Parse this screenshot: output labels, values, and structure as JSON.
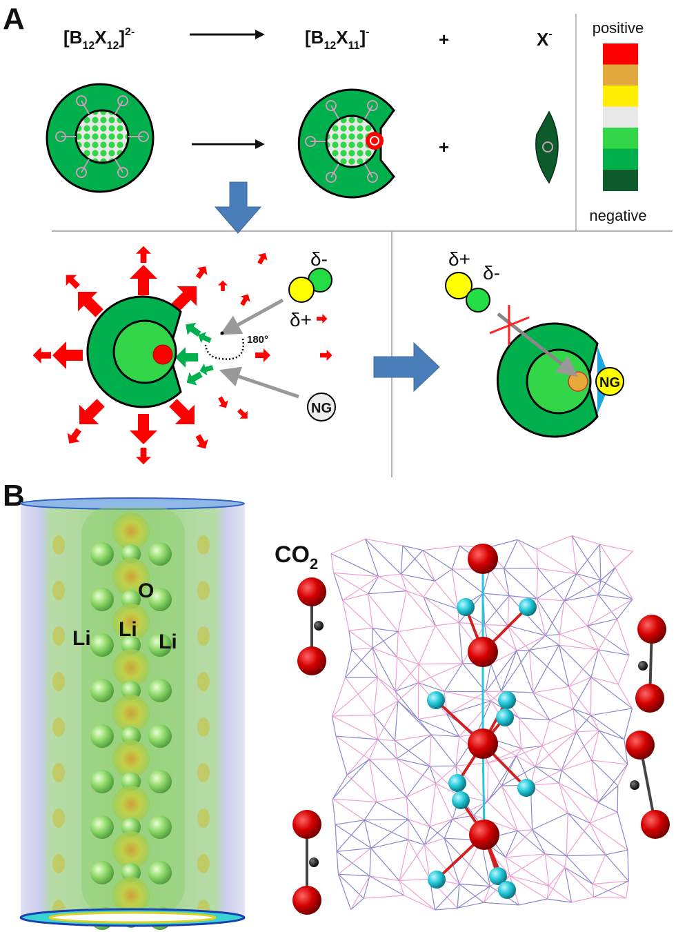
{
  "panel_a": {
    "label": "A",
    "reactant": {
      "base": "[B",
      "s1": "12",
      "mid": "X",
      "s2": "12",
      "close": "]",
      "charge": "2-"
    },
    "product": {
      "base": "[B",
      "s1": "12",
      "mid": "X",
      "s2": "11",
      "close": "]",
      "charge": "-"
    },
    "plus": "+",
    "leaving": {
      "base": "X",
      "charge": "-"
    },
    "legend": {
      "top": "positive",
      "bottom": "negative",
      "colors": [
        "#ff0000",
        "#e2a93e",
        "#ffee00",
        "#e8e8e8",
        "#33d648",
        "#00b04c",
        "#0d5a2a"
      ]
    },
    "dipole_left": {
      "neg": "δ-",
      "pos": "δ+"
    },
    "dipole_right": {
      "neg": "δ-",
      "pos": "δ+"
    },
    "angle": "180°",
    "noble_gas": "NG",
    "noble_gas_bound": "NG"
  },
  "panel_b": {
    "label": "B",
    "co2": {
      "base": "CO",
      "sub": "2"
    },
    "atoms": {
      "o": "O",
      "li1": "Li",
      "li2": "Li",
      "li3": "Li"
    }
  },
  "colors": {
    "shell": "#00b04c",
    "core": "#33d648",
    "arrow_red": "#ff0000",
    "arrow_green": "#00b04c",
    "blue_arrow": "#4a7ebb",
    "oxygen": "#cc0000",
    "lithium": "#22c8d8"
  }
}
